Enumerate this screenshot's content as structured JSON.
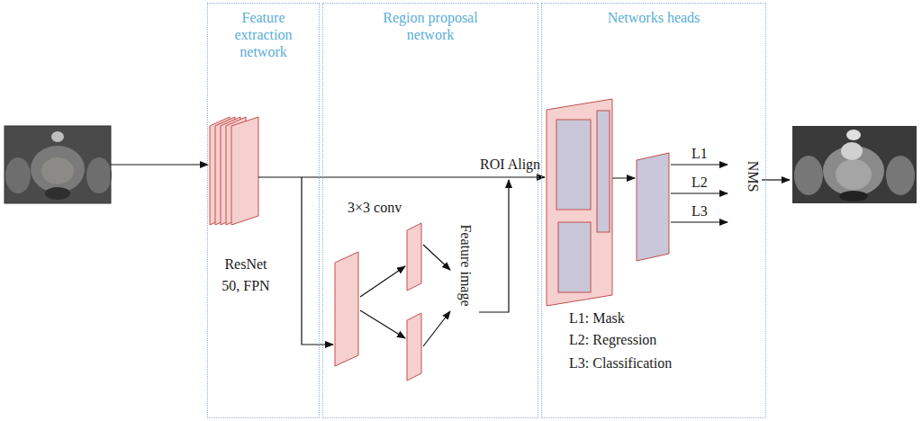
{
  "diagram": {
    "nodes": [
      {
        "text": [
          "Feature extraction network"
        ]
      },
      {
        "text": [
          "Region proposal network"
        ]
      },
      {
        "text": [
          "Networks heads"
        ]
      }
    ],
    "labels": [
      "ResNet 50, FPN",
      "3×3 conv",
      "Feature image",
      "ROI Align",
      "L1",
      "L2",
      "L3",
      "NMS",
      "L1: Mask",
      "L2: Regression",
      "L3: Classification"
    ]
  }
}
